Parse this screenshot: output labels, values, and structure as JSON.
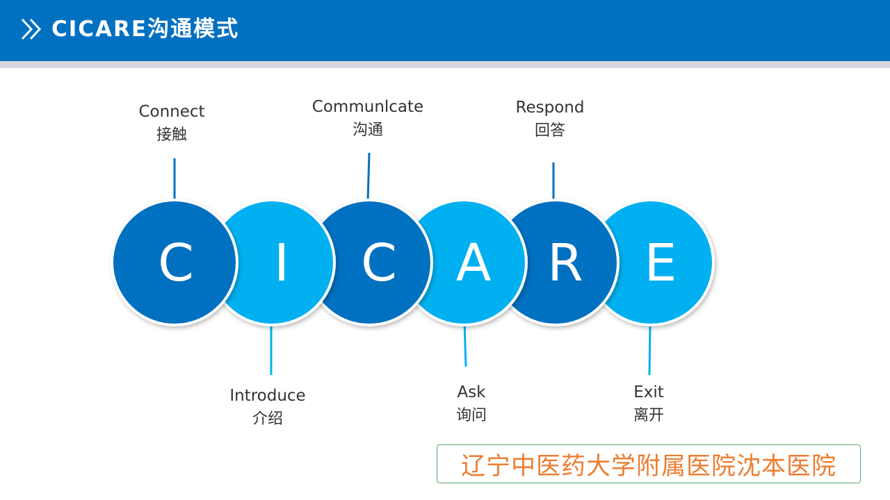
{
  "header": {
    "title": "CICARE沟通模式",
    "icon": "double-chevron-right-icon"
  },
  "colors": {
    "header": "#0070c0",
    "dark_blue": "#0070c0",
    "light_blue": "#00b0f0",
    "footer_text": "#ed7d31",
    "footer_border": "#5aaa6a"
  },
  "steps": [
    {
      "letter": "C",
      "en": "Connect",
      "zh": "接触",
      "position": "top",
      "tone": "dark"
    },
    {
      "letter": "I",
      "en": "Introduce",
      "zh": "介绍",
      "position": "bottom",
      "tone": "light"
    },
    {
      "letter": "C",
      "en": "Communlcate",
      "zh": "沟通",
      "position": "top",
      "tone": "dark"
    },
    {
      "letter": "A",
      "en": "Ask",
      "zh": "询问",
      "position": "bottom",
      "tone": "light"
    },
    {
      "letter": "R",
      "en": "Respond",
      "zh": "回答",
      "position": "top",
      "tone": "dark"
    },
    {
      "letter": "E",
      "en": "Exit",
      "zh": "离开",
      "position": "bottom",
      "tone": "light"
    }
  ],
  "footer": {
    "text": "辽宁中医药大学附属医院沈本医院"
  }
}
